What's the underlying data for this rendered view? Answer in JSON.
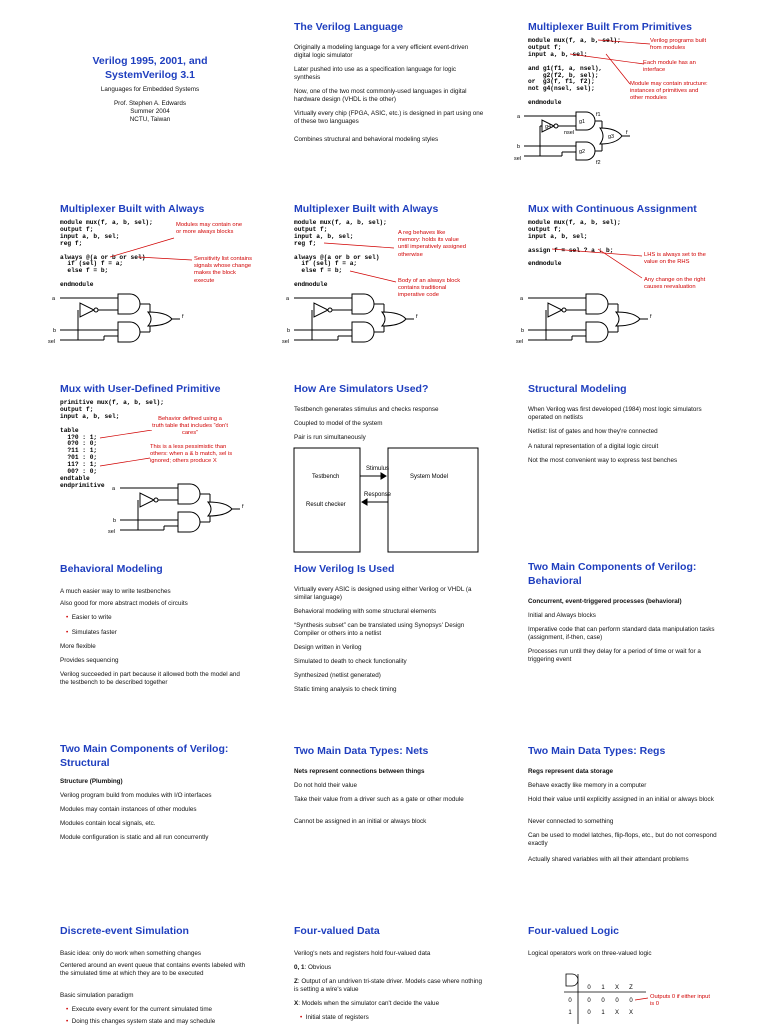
{
  "slides": {
    "s1": {
      "title_lines": [
        "Verilog 1995, 2001, and",
        "SystemVerilog 3.1"
      ],
      "subtitle": "Languages for Embedded Systems",
      "author": "Prof. Stephen A. Edwards",
      "date": "Summer 2004",
      "place": "NCTU, Taiwan"
    },
    "s2": {
      "title": "The Verilog Language",
      "paras": [
        "Originally a modeling language for a very efficient event-driven digital logic simulator",
        "Later pushed into use as a specification language for logic synthesis",
        "Now, one of the two most commonly-used languages in digital hardware design (VHDL is the other)",
        "Virtually every chip (FPGA, ASIC, etc.) is designed in part using one of these two languages",
        "Combines structural and behavioral modeling styles"
      ]
    },
    "s3": {
      "title": "Multiplexer Built From Primitives",
      "code": "module mux(f, a, b, sel);\noutput f;\ninput a, b, sel;\n\nand g1(f1, a, nsel),\n    g2(f2, b, sel);\nor  g3(f, f1, f2);\nnot g4(nsel, sel);\n\nendmodule",
      "notes": [
        "Verilog programs built from modules",
        "Each module has an interface",
        "Module may contain structure: instances of primitives and other modules"
      ],
      "labels": {
        "a": "a",
        "b": "b",
        "sel": "sel",
        "f": "f",
        "f1": "f1",
        "f2": "f2",
        "g1": "g1",
        "g2": "g2",
        "g3": "g3",
        "g4": "g4",
        "nsel": "nsel"
      }
    },
    "s4": {
      "title": "Multiplexer Built with Always",
      "code": "module mux(f, a, b, sel);\noutput f;\ninput a, b, sel;\nreg f;\n\nalways @(a or b or sel)\n  if (sel) f = a;\n  else f = b;\n\nendmodule",
      "notes": [
        "Modules may contain one or more always blocks",
        "Sensitivity list contains signals whose change makes the block execute"
      ],
      "labels": {
        "a": "a",
        "b": "b",
        "sel": "sel",
        "f": "f"
      }
    },
    "s5": {
      "title": "Multiplexer Built with Always",
      "code": "module mux(f, a, b, sel);\noutput f;\ninput a, b, sel;\nreg f;\n\nalways @(a or b or sel)\n  if (sel) f = a;\n  else f = b;\n\nendmodule",
      "notes": [
        "A reg behaves like memory: holds its value until imperatively assigned otherwise",
        "Body of an always block contains traditional imperative code"
      ],
      "labels": {
        "a": "a",
        "b": "b",
        "sel": "sel",
        "f": "f"
      }
    },
    "s6": {
      "title": "Mux with Continuous Assignment",
      "code": "module mux(f, a, b, sel);\noutput f;\ninput a, b, sel;\n\nassign f = sel ? a : b;\n\nendmodule",
      "notes": [
        "LHS is always set to the value on the RHS",
        "Any change on the right causes reevaluation"
      ],
      "labels": {
        "a": "a",
        "b": "b",
        "sel": "sel",
        "f": "f"
      }
    },
    "s7": {
      "title": "Mux with User-Defined Primitive",
      "code": "primitive mux(f, a, b, sel);\noutput f;\ninput a, b, sel;\n\ntable\n  1?0 : 1;\n  0?0 : 0;\n  ?11 : 1;\n  ?01 : 0;\n  11? : 1;\n  00? : 0;\nendtable\nendprimitive",
      "notes": [
        "Behavior defined using a truth table that includes “don't cares”",
        "This is a less pessimistic than others: when a & b match, sel is ignored; others produce X"
      ],
      "labels": {
        "a": "a",
        "b": "b",
        "sel": "sel",
        "f": "f"
      }
    },
    "s8": {
      "title": "How Are Simulators Used?",
      "paras": [
        "Testbench generates stimulus and checks response",
        "Coupled to model of the system",
        "Pair is run simultaneously"
      ],
      "diagram": {
        "testbench": "Testbench",
        "result_checker": "Result checker",
        "system_model": "System Model",
        "stimulus": "Stimulus",
        "response": "Response"
      }
    },
    "s9": {
      "title": "Structural Modeling",
      "paras": [
        "When Verilog was first developed (1984) most logic simulators operated on netlists",
        "Netlist: list of gates and how they're connected",
        "A natural representation of a digital logic circuit",
        "Not the most convenient way to express test benches"
      ]
    },
    "s10": {
      "title": "Behavioral Modeling",
      "p1": "A much easier way to write testbenches",
      "p2": "Also good for more abstract models of circuits",
      "bullets": [
        "Easier to write",
        "Simulates faster"
      ],
      "p3": "More flexible",
      "p4": "Provides sequencing",
      "p5": "Verilog succeeded in part because it allowed both the model and the testbench to be described together"
    },
    "s11": {
      "title": "How Verilog Is Used",
      "paras": [
        "Virtually every ASIC is designed using either Verilog or VHDL (a similar language)",
        "Behavioral modeling with some structural elements",
        "“Synthesis subset” can be translated using Synopsys' Design Compiler or others into a netlist",
        "Design written in Verilog",
        "Simulated to death to check functionality",
        "Synthesized (netlist generated)",
        "Static timing analysis to check timing"
      ]
    },
    "s12": {
      "title_lines": [
        "Two Main Components of Verilog:",
        "Behavioral"
      ],
      "heading": "Concurrent, event-triggered processes (behavioral)",
      "paras": [
        "Initial and Always blocks",
        "Imperative code that can perform standard data manipulation tasks (assignment, if-then, case)",
        "Processes run until they delay for a period of time or wait for a triggering event"
      ]
    },
    "s13": {
      "title_lines": [
        "Two Main Components of Verilog:",
        "Structural"
      ],
      "heading": "Structure (Plumbing)",
      "paras": [
        "Verilog program build from modules with I/O interfaces",
        "Modules may contain instances of other modules",
        "Modules contain local signals, etc.",
        "Module configuration is static and all run concurrently"
      ]
    },
    "s14": {
      "title": "Two Main Data Types: Nets",
      "heading": "Nets represent connections between things",
      "paras": [
        "Do not hold their value",
        "Take their value from a driver such as a gate or other module",
        "Cannot be assigned in an initial or always block"
      ]
    },
    "s15": {
      "title": "Two Main Data Types: Regs",
      "heading": "Regs represent data storage",
      "paras": [
        "Behave exactly like memory in a computer",
        "Hold their value until explicitly assigned in an initial or always block",
        "Never connected to something",
        "Can be used to model latches, flip-flops, etc., but do not correspond exactly",
        "Actually shared variables with all their attendant problems"
      ]
    },
    "s16": {
      "title": "Discrete-event Simulation",
      "paras": [
        "Basic idea: only do work when something changes",
        "Centered around an event queue that contains events labeled with the simulated time at which they are to be executed",
        "Basic simulation paradigm"
      ],
      "bullets": [
        "Execute every event for the current simulated time",
        "Doing this changes system state and may schedule"
      ]
    },
    "s17": {
      "title": "Four-valued Data",
      "p1": "Verilog's nets and registers hold four-valued data",
      "p2_bold": "0, 1",
      "p2_rest": ": Obvious",
      "p3_bold": "Z",
      "p3_rest": ": Output of an undriven tri-state driver. Models case where nothing is setting a wire's value",
      "p4_bold": "X",
      "p4_rest": ": Models when the simulator can't decide the value",
      "bullets": [
        "Initial state of registers"
      ]
    },
    "s18": {
      "title": "Four-valued Logic",
      "p1": "Logical operators work on three-valued logic",
      "table": {
        "header": [
          "0",
          "1",
          "X",
          "Z"
        ],
        "rows": [
          {
            "h": "0",
            "cells": [
              "0",
              "0",
              "0",
              "0"
            ]
          },
          {
            "h": "1",
            "cells": [
              "0",
              "1",
              "X",
              "X"
            ]
          }
        ]
      },
      "note": "Outputs 0 if either input is 0"
    }
  }
}
